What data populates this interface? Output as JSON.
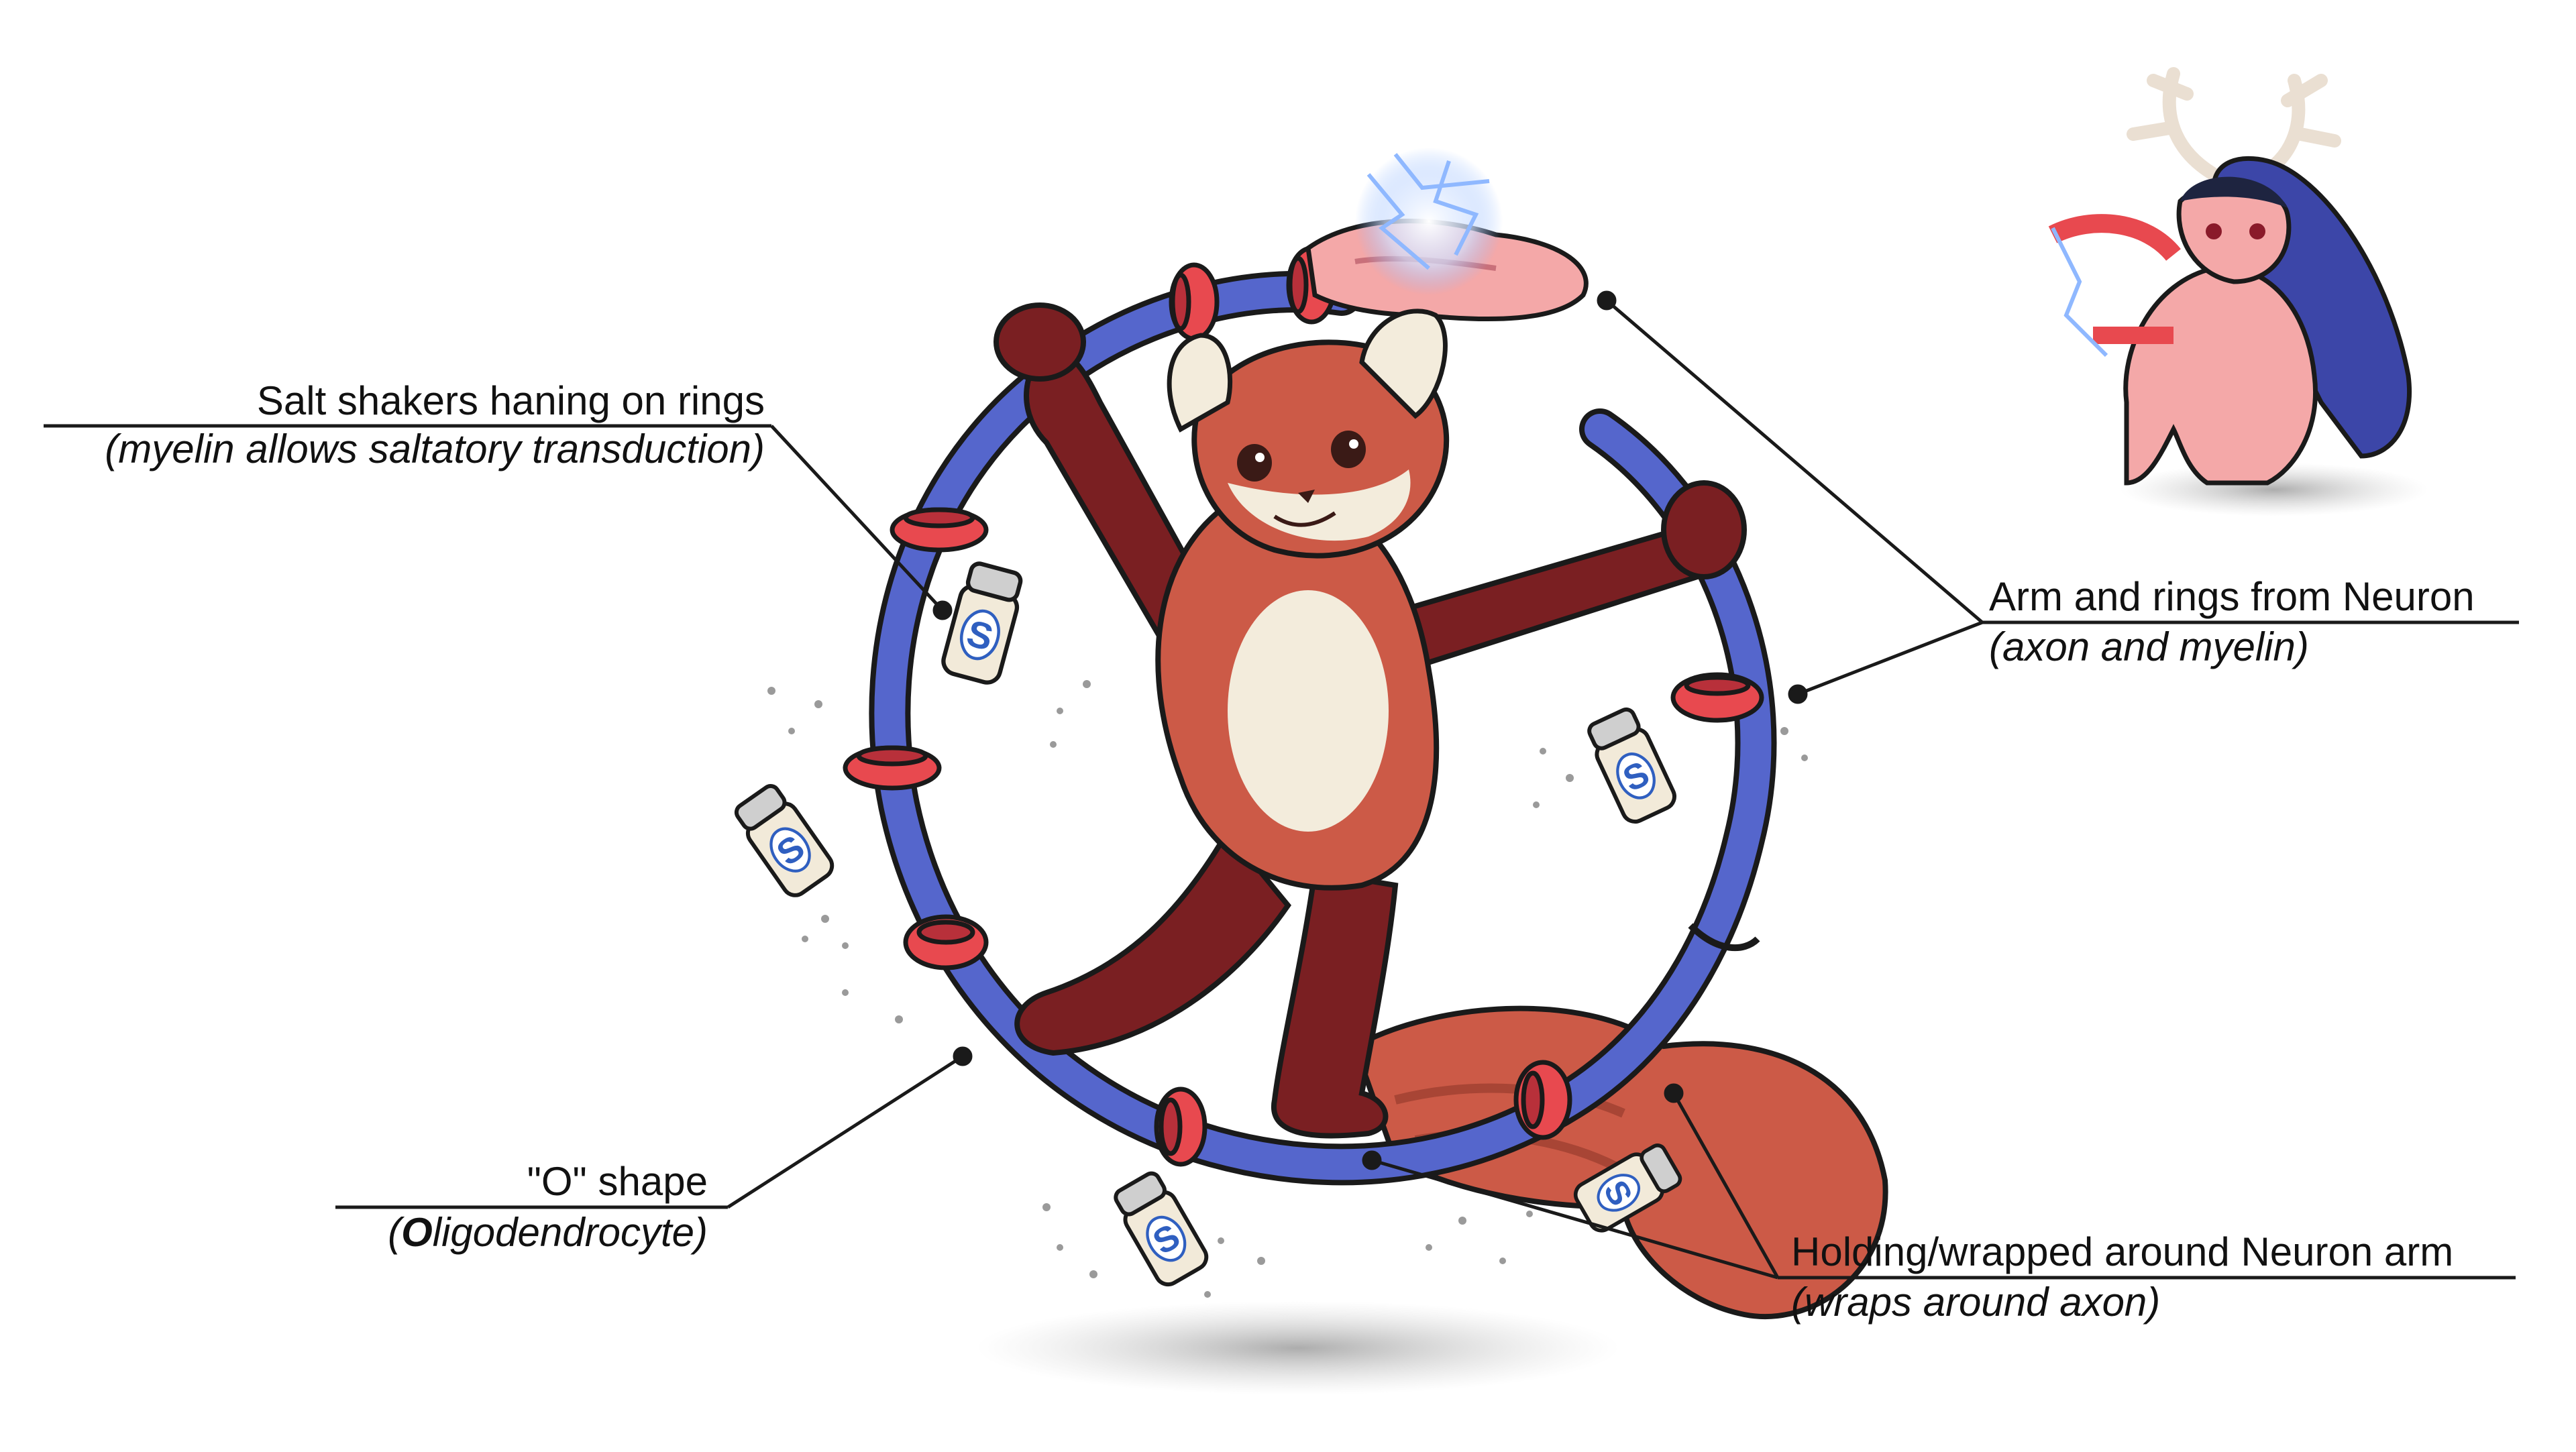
{
  "colors": {
    "axon": "#5566cc",
    "axon_outline": "#1a1a1a",
    "myelin_ring": "#e8494f",
    "panda_fur": "#cc5a47",
    "panda_dark": "#7a1f22",
    "panda_belly": "#f3ecdc",
    "neuron_skin": "#f4a8a8",
    "cloak": "#3c46a8",
    "shaker_body": "#f2ead9",
    "shaker_letter": "#2f5fc0",
    "spark": "#8fb8ff",
    "shadow": "#bdbdbd"
  },
  "icons": {
    "mascot": "red-panda-oligodendrocyte",
    "neuron": "antlered-neuron-character",
    "shaker": "salt-shaker-icon",
    "spark": "electric-spark-icon"
  },
  "shaker_letter": "S",
  "labels": {
    "salt": {
      "main": "Salt shakers haning on rings",
      "sub": "(myelin allows saltatory transduction)"
    },
    "arm": {
      "main": "Arm and rings from Neuron",
      "sub": "(axon and myelin)"
    },
    "o_shape": {
      "main": "\"O\" shape",
      "sub_open": "(",
      "sub_bold": "O",
      "sub_rest": "ligodendrocyte)"
    },
    "holding": {
      "main": "Holding/wrapped around Neuron arm",
      "sub": "(wraps around axon)"
    }
  }
}
